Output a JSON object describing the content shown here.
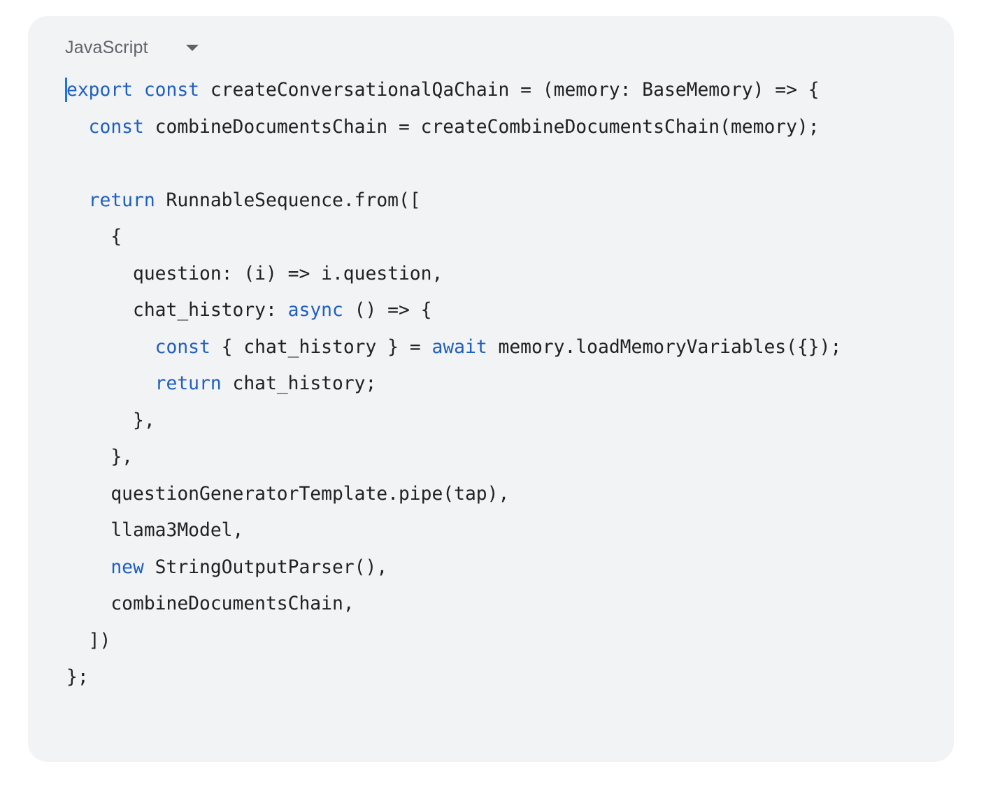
{
  "language_selector": {
    "label": "JavaScript",
    "icon": "chevron-down-icon"
  },
  "colors": {
    "card_background": "#f1f3f5",
    "keyword": "#1f5fbf",
    "text": "#202124",
    "cursor": "#1a73e8"
  },
  "code": {
    "lines": [
      [
        {
          "t": "export",
          "k": true
        },
        {
          "t": " "
        },
        {
          "t": "const",
          "k": true
        },
        {
          "t": " createConversationalQaChain = (memory: BaseMemory) => {"
        }
      ],
      [
        {
          "t": "  "
        },
        {
          "t": "const",
          "k": true
        },
        {
          "t": " combineDocumentsChain = createCombineDocumentsChain(memory);"
        }
      ],
      [],
      [
        {
          "t": "  "
        },
        {
          "t": "return",
          "k": true
        },
        {
          "t": " RunnableSequence.from(["
        }
      ],
      [
        {
          "t": "    {"
        }
      ],
      [
        {
          "t": "      question: (i) => i.question,"
        }
      ],
      [
        {
          "t": "      chat_history: "
        },
        {
          "t": "async",
          "k": true
        },
        {
          "t": " () => {"
        }
      ],
      [
        {
          "t": "        "
        },
        {
          "t": "const",
          "k": true
        },
        {
          "t": " { chat_history } = "
        },
        {
          "t": "await",
          "k": true
        },
        {
          "t": " memory.loadMemoryVariables({});"
        }
      ],
      [
        {
          "t": "        "
        },
        {
          "t": "return",
          "k": true
        },
        {
          "t": " chat_history;"
        }
      ],
      [
        {
          "t": "      },"
        }
      ],
      [
        {
          "t": "    },"
        }
      ],
      [
        {
          "t": "    questionGeneratorTemplate.pipe(tap),"
        }
      ],
      [
        {
          "t": "    llama3Model,"
        }
      ],
      [
        {
          "t": "    "
        },
        {
          "t": "new",
          "k": true
        },
        {
          "t": " StringOutputParser(),"
        }
      ],
      [
        {
          "t": "    combineDocumentsChain,"
        }
      ],
      [
        {
          "t": "  ])"
        }
      ],
      [
        {
          "t": "};"
        }
      ]
    ]
  }
}
